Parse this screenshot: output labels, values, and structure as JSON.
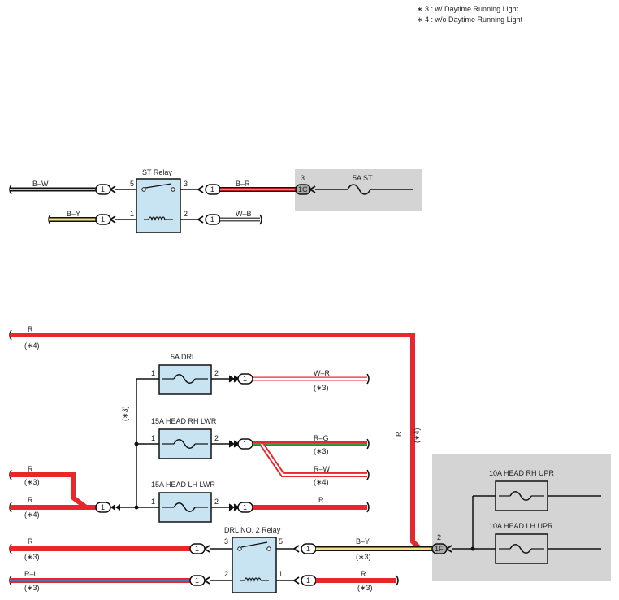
{
  "notes": [
    "∗ 3 : w/ Daytime Running Light",
    "∗ 4 : w/o Daytime Running Light"
  ],
  "colors": {
    "red": "#e8262b",
    "black": "#111111",
    "white": "#ffffff",
    "yellow": "#f4e27a",
    "green": "#3a9a3c",
    "blue": "#4a78c8",
    "grey": "#9a9a9a",
    "relay_fill": "#c8e4f2",
    "panel": "#d4d4d4"
  },
  "top": {
    "relay": {
      "title": "ST Relay",
      "pin5": "5",
      "pin3": "3",
      "pin1": "1",
      "pin2": "2"
    },
    "wire_bw": "B–W",
    "wire_by": "B–Y",
    "wire_br": "B–R",
    "wire_wb": "W–B",
    "conn_1": "1",
    "conn_1c": "1C",
    "fuse_pin": "3",
    "fuse_label": "5A ST"
  },
  "bottom": {
    "wire_r": "R",
    "note3": "(∗3)",
    "note4": "(∗4)",
    "wire_wr": "W–R",
    "wire_rg": "R–G",
    "wire_rw": "R–W",
    "wire_by": "B–Y",
    "wire_rl": "R–L",
    "fuse_drl": {
      "title": "5A DRL",
      "pin1": "1",
      "pin2": "2"
    },
    "fuse_rh_lwr": {
      "title": "15A HEAD RH LWR",
      "pin1": "1",
      "pin2": "2"
    },
    "fuse_lh_lwr": {
      "title": "15A HEAD LH LWR",
      "pin1": "1",
      "pin2": "2"
    },
    "drl_relay": {
      "title": "DRL NO. 2 Relay",
      "pin3": "3",
      "pin5": "5",
      "pin2": "2",
      "pin1": "1"
    },
    "conn_1": "1",
    "conn_1f": "1F",
    "conn_1f_pin": "2",
    "fuse_rh_upr": "10A HEAD RH UPR",
    "fuse_lh_upr": "10A HEAD LH UPR"
  }
}
